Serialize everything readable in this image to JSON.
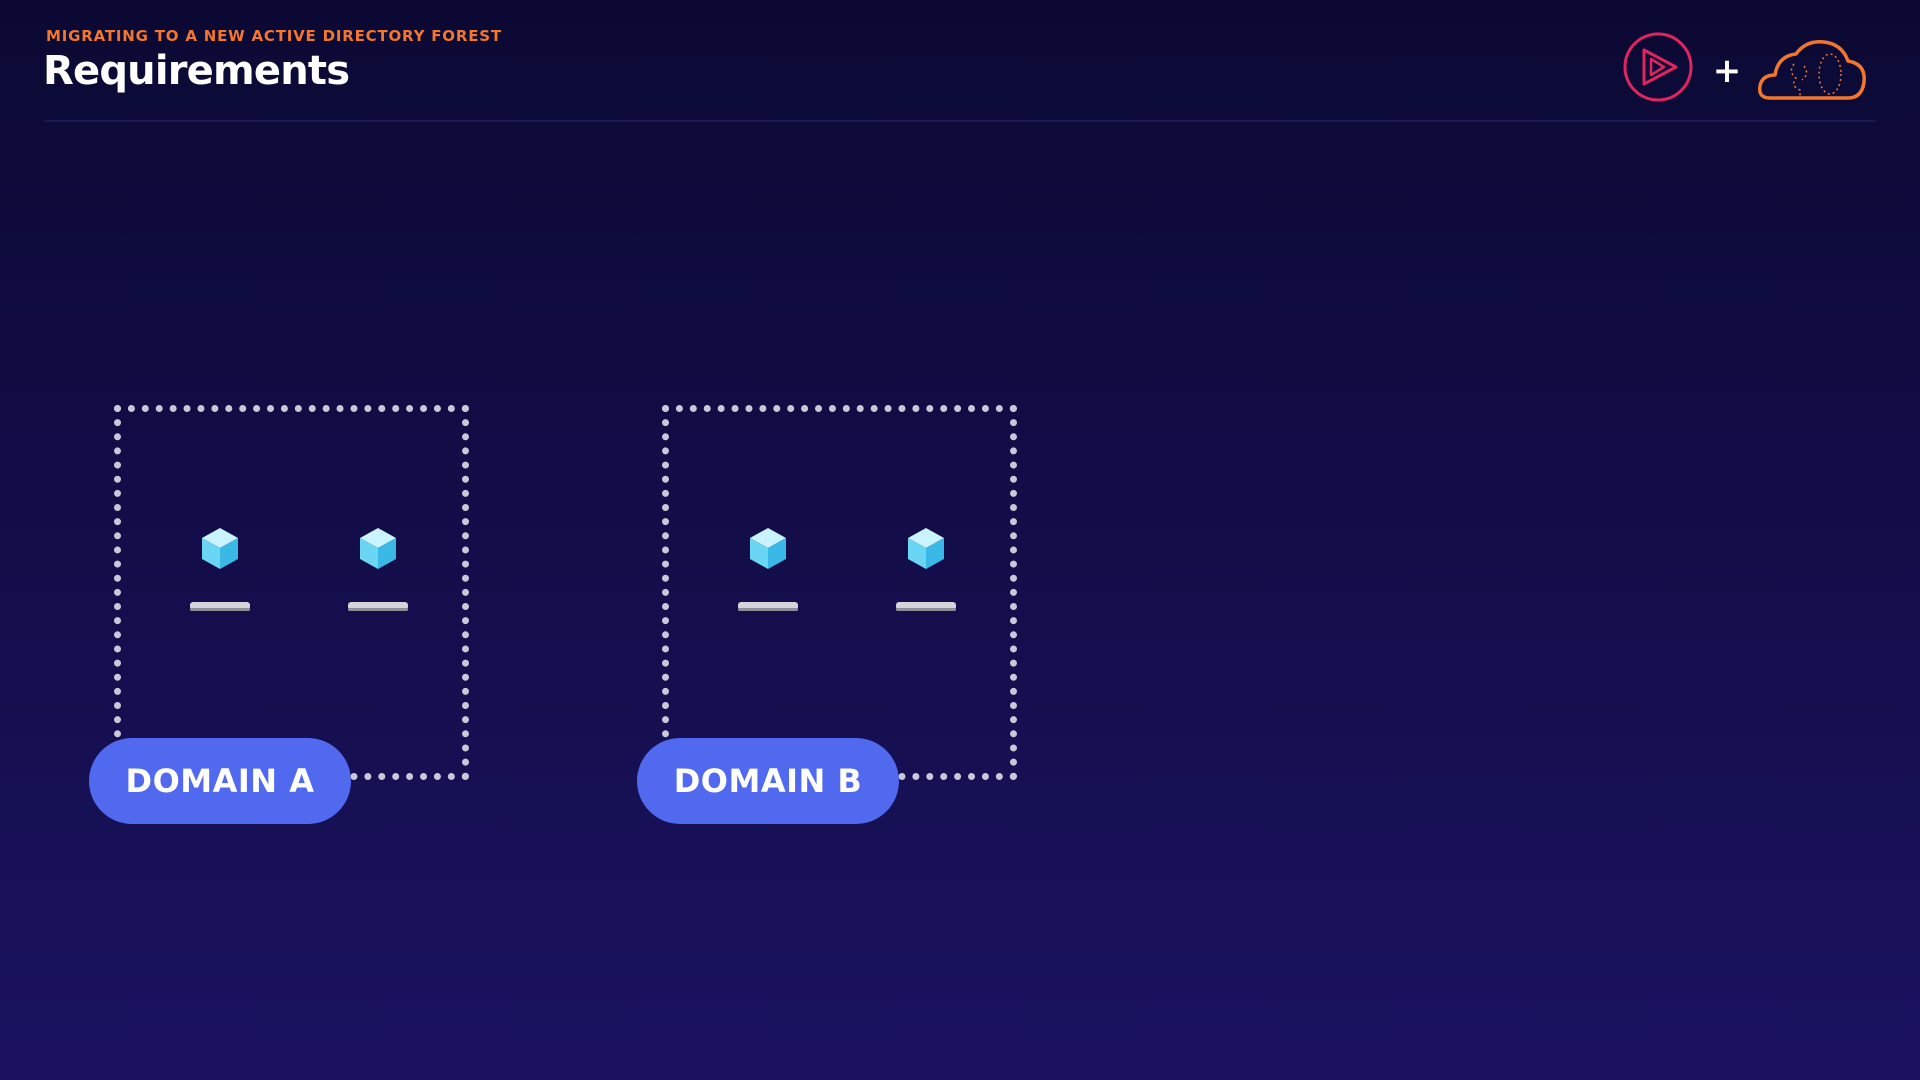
{
  "header": {
    "eyebrow": "MIGRATING TO A NEW ACTIVE DIRECTORY FOREST",
    "title": "Requirements",
    "plus_symbol": "+",
    "logos": [
      "play-logo-icon",
      "cloud-forest-logo-icon"
    ]
  },
  "domains": [
    {
      "label": "DOMAIN A",
      "computers": [
        "virtual-machine-icon",
        "virtual-machine-icon"
      ]
    },
    {
      "label": "DOMAIN B",
      "computers": [
        "virtual-machine-icon",
        "virtual-machine-icon"
      ]
    }
  ],
  "colors": {
    "accent_orange": "#f2762e",
    "logo_pink": "#e0245e",
    "pill_blue": "#5169ef",
    "border_dots": "#c8c8d8",
    "background_top": "#0b0933",
    "background_bottom": "#1a1260"
  }
}
